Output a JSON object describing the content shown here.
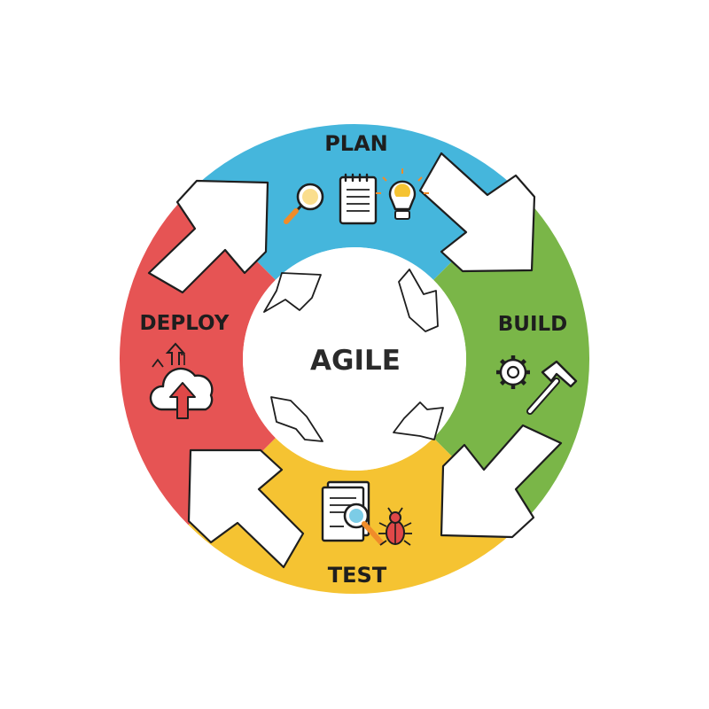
{
  "center": {
    "label": "AGILE"
  },
  "stages": [
    {
      "id": "plan",
      "label": "PLAN",
      "color": "#45b6dc",
      "icons": [
        "magnifier-icon",
        "notepad-icon",
        "lightbulb-icon"
      ]
    },
    {
      "id": "build",
      "label": "BUILD",
      "color": "#7ab648",
      "icons": [
        "gear-icon",
        "hammer-icon"
      ]
    },
    {
      "id": "test",
      "label": "TEST",
      "color": "#f5c332",
      "icons": [
        "document-search-icon",
        "bug-icon"
      ]
    },
    {
      "id": "deploy",
      "label": "DEPLOY",
      "color": "#e65454",
      "icons": [
        "cloud-upload-icon"
      ]
    }
  ],
  "colors": {
    "outline": "#1e1e1e",
    "background": "#ffffff",
    "accent_orange": "#f08c2a",
    "accent_red": "#e04848",
    "accent_yellow": "#f5c332"
  }
}
